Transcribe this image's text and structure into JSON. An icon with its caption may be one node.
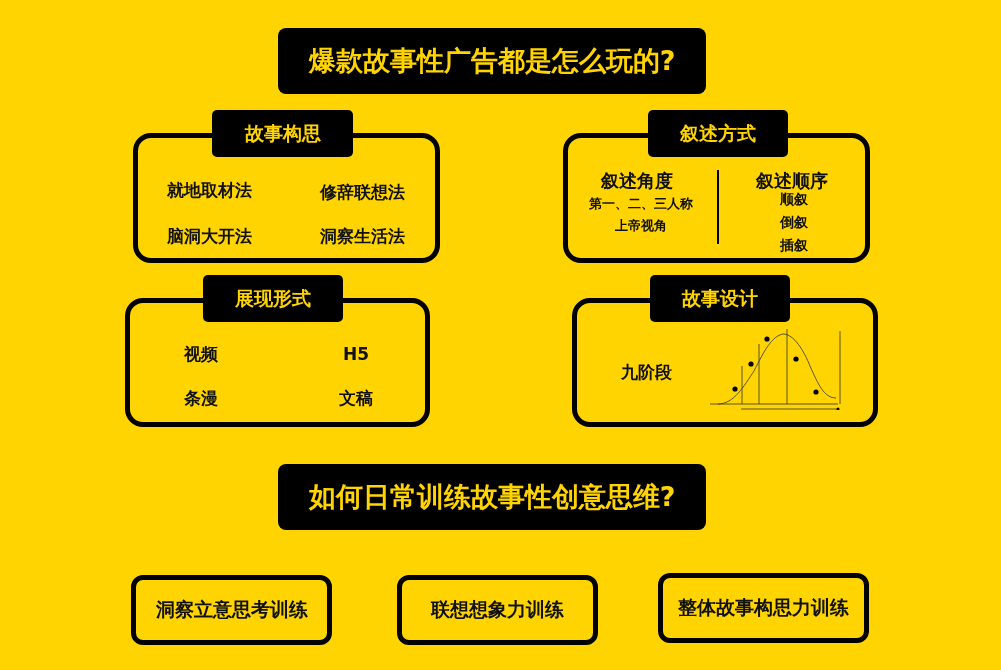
{
  "diagram": {
    "nodes": [
      {
        "text": [
          "爆款故事性广告都是怎么玩的?"
        ]
      },
      {
        "text": [
          "故事构思",
          "就地取材法",
          "修辞联想法",
          "脑洞大开法",
          "洞察生活法"
        ]
      },
      {
        "text": [
          "叙述方式",
          "叙述角度",
          "第一、二、三人称",
          "上帝视角",
          "叙述顺序",
          "顺叙",
          "倒叙",
          "插叙"
        ]
      },
      {
        "text": [
          "展现形式",
          "视频",
          "H5",
          "条漫",
          "文稿"
        ]
      },
      {
        "text": [
          "故事设计",
          "九阶段"
        ]
      },
      {
        "text": [
          "如何日常训练故事性创意思维?"
        ]
      },
      {
        "text": [
          "洞察立意思考训练"
        ]
      },
      {
        "text": [
          "联想想象力训练"
        ]
      },
      {
        "text": [
          "整体故事构思力训练"
        ]
      }
    ]
  }
}
